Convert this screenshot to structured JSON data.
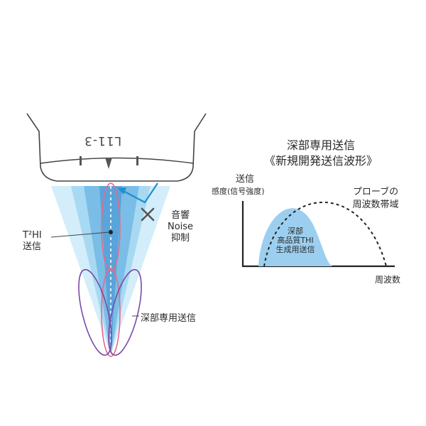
{
  "probe": {
    "model_label": "L11-3"
  },
  "beam_labels": {
    "t2hi_line1": "T²HI",
    "t2hi_line2": "送信",
    "noise_line1": "音響",
    "noise_line2": "Noise",
    "noise_line3": "抑制",
    "deep_tx": "深部専用送信"
  },
  "graph": {
    "title_line1": "深部専用送信",
    "title_line2": "《新規開発送信波形》",
    "y_label_line1": "送信",
    "y_label_line2": "感度(信号強度)",
    "x_label": "周波数",
    "probe_band_line1": "プローブの",
    "probe_band_line2": "周波数帯域",
    "hump_line1": "深部",
    "hump_line2": "高品質THI",
    "hump_line3": "生成用送信"
  },
  "colors": {
    "probe_stroke": "#444444",
    "beam_light": "#d3eefa",
    "beam_mid": "#a8d9f2",
    "beam_dark": "#5aa6dc",
    "pink_lobe": "#e86a8a",
    "purple_lobe": "#7a4aa8",
    "arrow_blue": "#1f8fd0",
    "cross_gray": "#555555",
    "hump_fill": "#9ccfef",
    "axis": "#222222"
  },
  "icons": [
    "cross-icon",
    "arrow-icon",
    "focal-dot-icon"
  ]
}
